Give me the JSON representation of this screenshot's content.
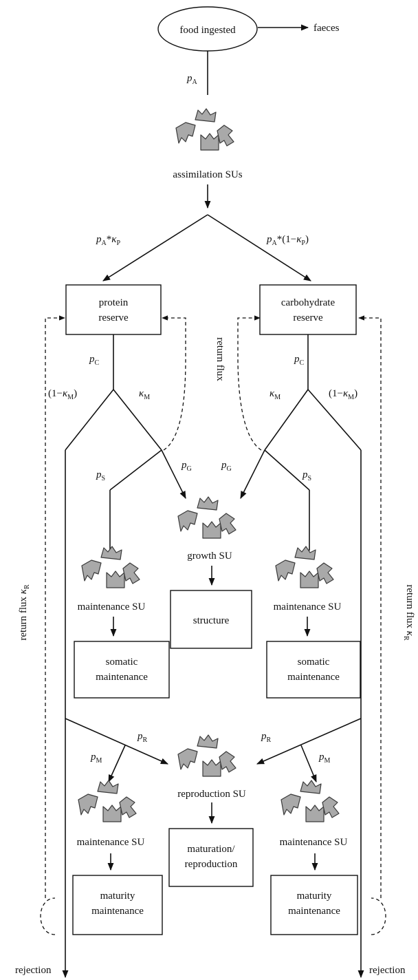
{
  "nodes": {
    "food": "food ingested",
    "faeces": "faeces",
    "assimilation_su": "assimilation SUs",
    "protein_reserve": [
      "protein",
      "reserve"
    ],
    "carbohydrate_reserve": [
      "carbohydrate",
      "reserve"
    ],
    "growth_su": "growth SU",
    "structure": "structure",
    "maint_su_left": "maintenance SU",
    "maint_su_right": "maintenance SU",
    "somatic_left": [
      "somatic",
      "maintenance"
    ],
    "somatic_right": [
      "somatic",
      "maintenance"
    ],
    "reproduction_su": "reproduction SU",
    "maturation": [
      "maturation/",
      "reproduction"
    ],
    "maint_su_low_left": "maintenance SU",
    "maint_su_low_right": "maintenance SU",
    "maturity_left": [
      "maturity",
      "maintenance"
    ],
    "maturity_right": [
      "maturity",
      "maintenance"
    ],
    "rejection_left": "rejection",
    "rejection_right": "rejection"
  },
  "fluxes": {
    "pA": {
      "base": "p",
      "sub": "A"
    },
    "pA_kP": {
      "base": "p",
      "sub": "A",
      "tail": "*",
      "k": "κ",
      "ksub": "P"
    },
    "pA_1mkP": {
      "base": "p",
      "sub": "A",
      "tail": "*(1−",
      "k": "κ",
      "ksub": "P",
      "close": ")"
    },
    "pC_left": {
      "base": "p",
      "sub": "C"
    },
    "pC_right": {
      "base": "p",
      "sub": "C"
    },
    "one_minus_kM_left": {
      "pre": "(1−",
      "k": "κ",
      "ksub": "M",
      "close": ")"
    },
    "one_minus_kM_right": {
      "pre": "(1−",
      "k": "κ",
      "ksub": "M",
      "close": ")"
    },
    "kM_left": {
      "k": "κ",
      "ksub": "M"
    },
    "kM_right": {
      "k": "κ",
      "ksub": "M"
    },
    "pS_left": {
      "base": "p",
      "sub": "S"
    },
    "pS_right": {
      "base": "p",
      "sub": "S"
    },
    "pG_left": {
      "base": "p",
      "sub": "G"
    },
    "pG_right": {
      "base": "p",
      "sub": "G"
    },
    "pR_left": {
      "base": "p",
      "sub": "R"
    },
    "pR_right": {
      "base": "p",
      "sub": "R"
    },
    "pM_left": {
      "base": "p",
      "sub": "M"
    },
    "pM_right": {
      "base": "p",
      "sub": "M"
    },
    "return_flux": "return flux",
    "return_flux_kR": {
      "text": "return flux ",
      "k": "κ",
      "ksub": "R"
    }
  },
  "colors": {
    "line": "#111111",
    "su_fill": "#a9a9a9",
    "su_stroke": "#3a3a3a"
  }
}
